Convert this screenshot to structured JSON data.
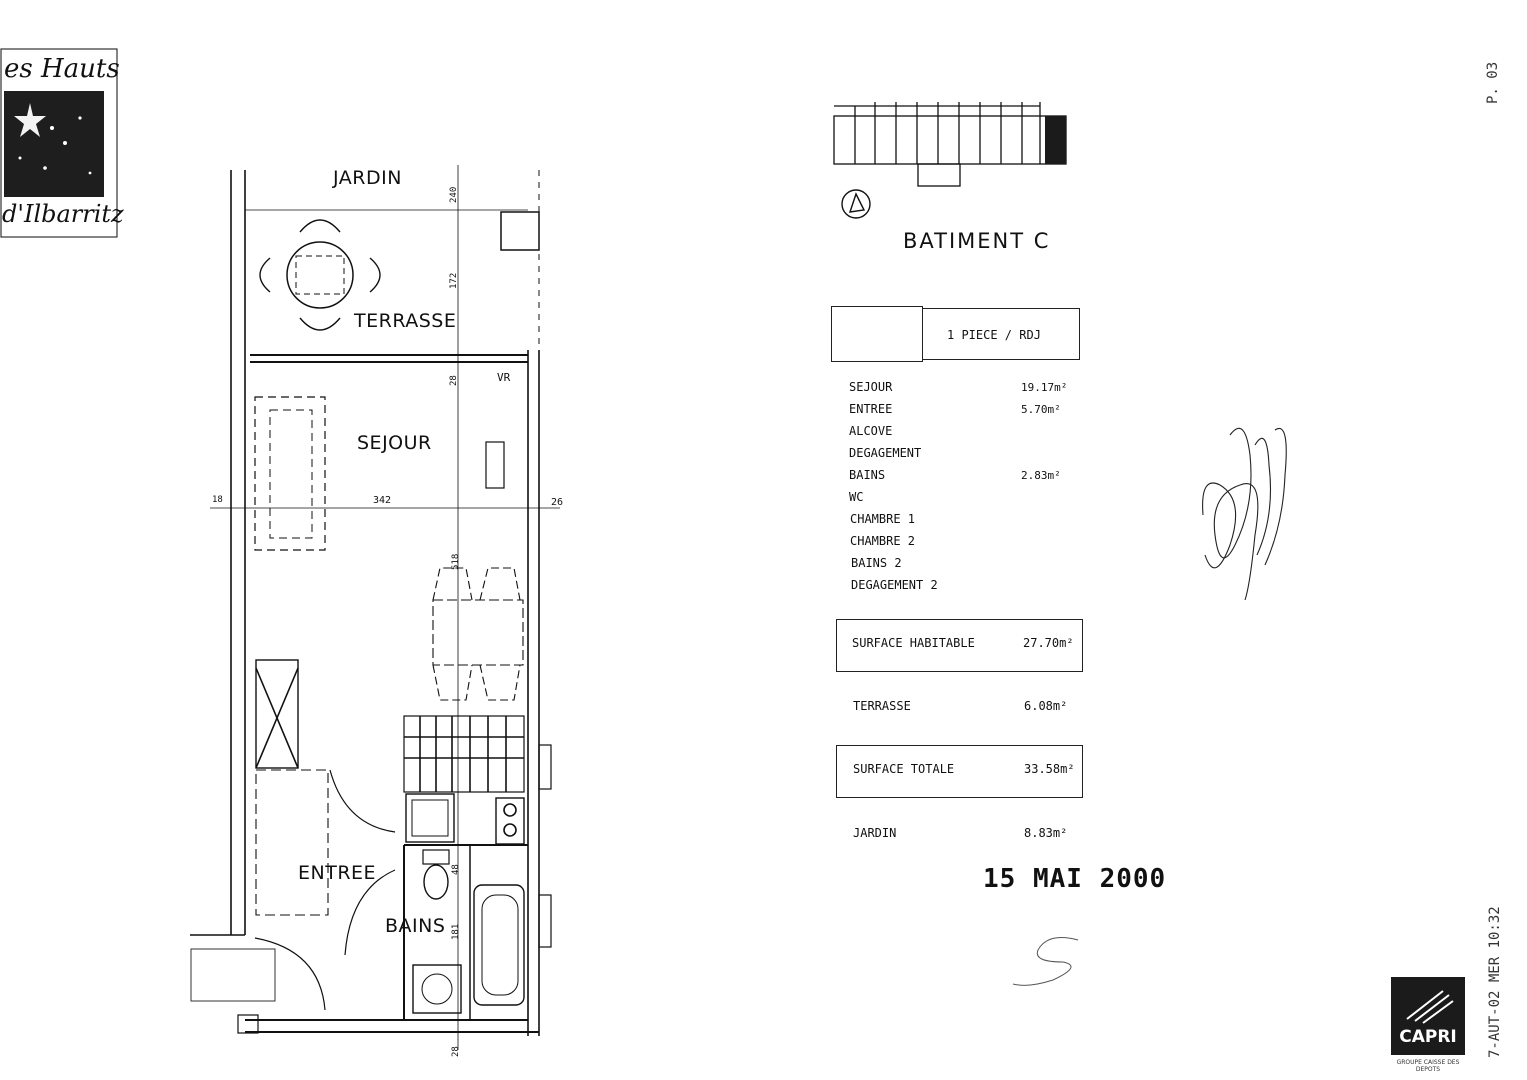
{
  "logo": {
    "line1": "es Hauts",
    "line2": "d'Ilbarritz"
  },
  "plan": {
    "rooms": {
      "jardin": "JARDIN",
      "terrasse": "TERRASSE",
      "sejour": "SEJOUR",
      "entree": "ENTREE",
      "bains": "BAINS",
      "vr": "VR"
    },
    "dimensions": {
      "d240": "240",
      "d172": "172",
      "d28_top": "28",
      "d18": "18",
      "d342": "342",
      "d26": "26",
      "d518": "518",
      "d48": "48",
      "d181": "181",
      "d28_bottom": "28"
    }
  },
  "header": {
    "building": "BATIMENT  C",
    "fax_page": "P. 03",
    "fax_stamp": "7-AUT-02 MER 10:32"
  },
  "unit_type": "1 PIECE / RDJ",
  "rooms_list": [
    {
      "name": "SEJOUR",
      "area": "19.17m²"
    },
    {
      "name": "ENTREE",
      "area": "5.70m²"
    },
    {
      "name": "ALCOVE",
      "area": ""
    },
    {
      "name": "DEGAGEMENT",
      "area": ""
    },
    {
      "name": "BAINS",
      "area": "2.83m²"
    },
    {
      "name": "WC",
      "area": ""
    },
    {
      "name": "CHAMBRE 1",
      "area": ""
    },
    {
      "name": "CHAMBRE 2",
      "area": ""
    },
    {
      "name": "BAINS 2",
      "area": ""
    },
    {
      "name": "DEGAGEMENT 2",
      "area": ""
    }
  ],
  "surface_habitable": {
    "label": "SURFACE HABITABLE",
    "value": "27.70m²"
  },
  "terrasse": {
    "label": "TERRASSE",
    "value": "6.08m²"
  },
  "surface_totale": {
    "label": "SURFACE TOTALE",
    "value": "33.58m²"
  },
  "jardin": {
    "label": "JARDIN",
    "value": "8.83m²"
  },
  "date_stamp": "15 MAI 2000",
  "capri": {
    "name": "CAPRI",
    "tagline": "GROUPE CAISSE DES DEPOTS"
  }
}
